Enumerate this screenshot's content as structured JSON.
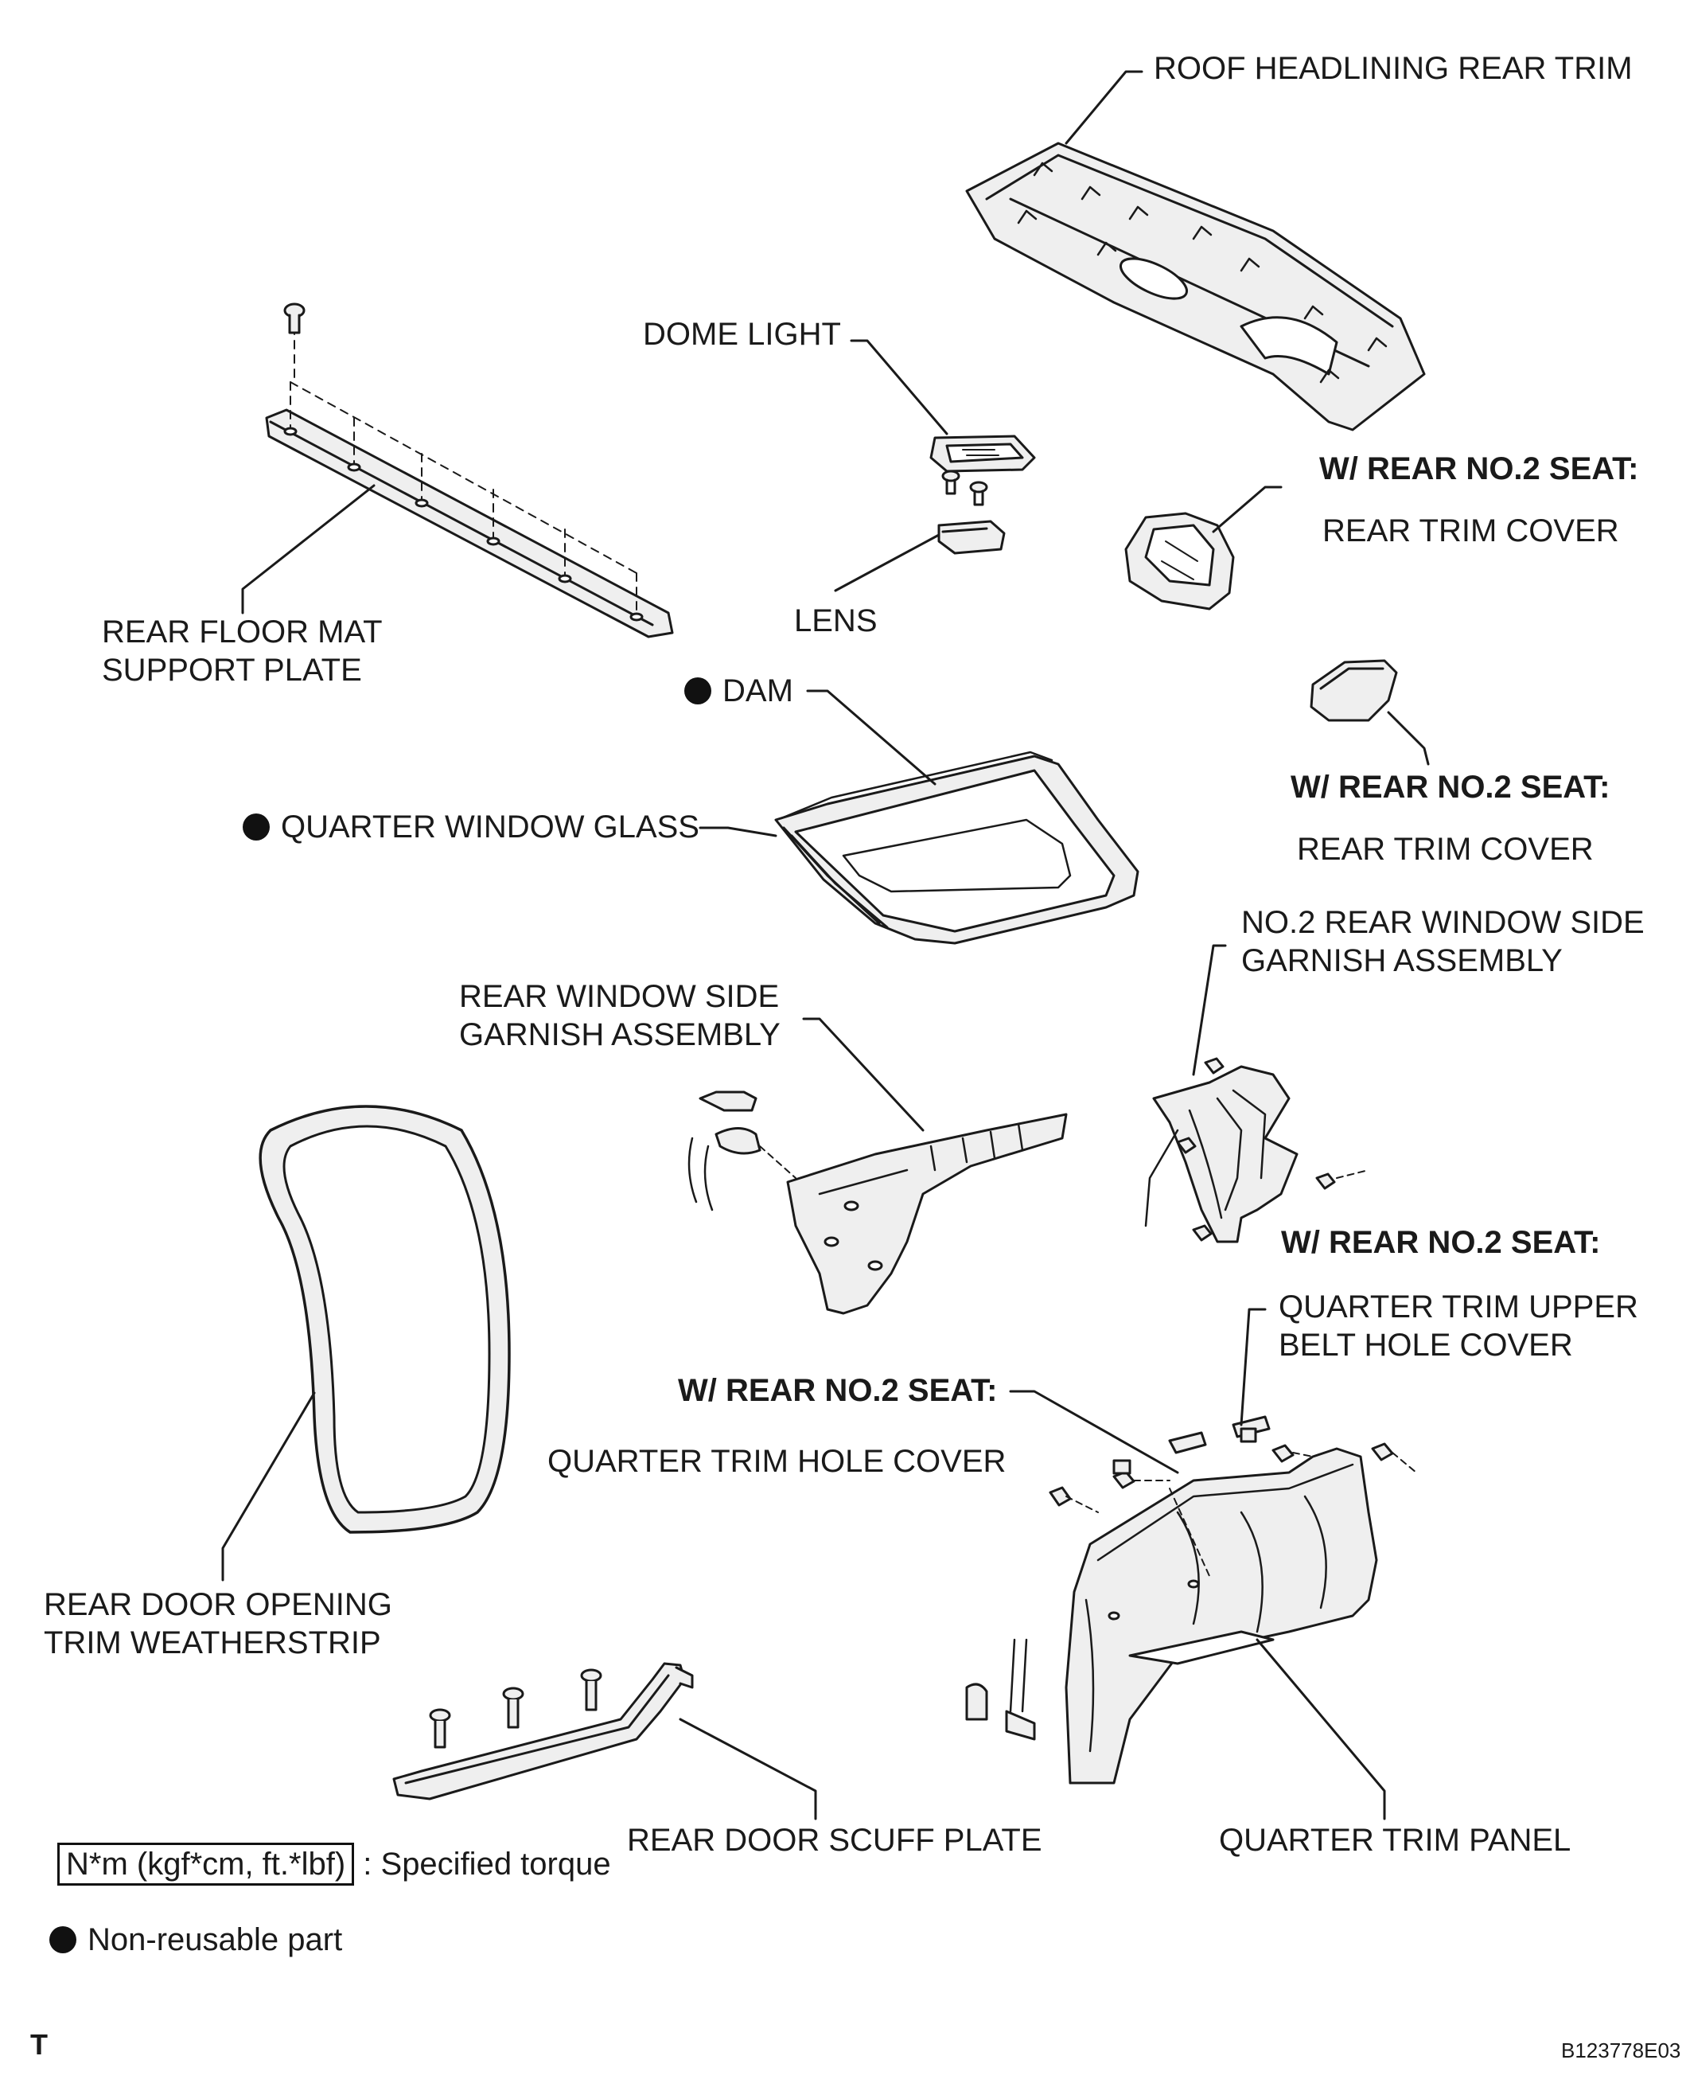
{
  "labels": {
    "roof_headlining": "ROOF HEADLINING REAR TRIM",
    "dome_light": "DOME LIGHT",
    "lens": "LENS",
    "rear_floor_mat_1": "REAR FLOOR MAT",
    "rear_floor_mat_2": "SUPPORT PLATE",
    "w_rear_seat": "W/ REAR NO.2 SEAT:",
    "rear_trim_cover": "REAR TRIM COVER",
    "dam": "DAM",
    "quarter_window_glass": "QUARTER WINDOW GLASS",
    "no2_garnish_1": "NO.2 REAR WINDOW SIDE",
    "no2_garnish_2": "GARNISH ASSEMBLY",
    "garnish_1": "REAR WINDOW SIDE",
    "garnish_2": "GARNISH ASSEMBLY",
    "belt_cover_1": "QUARTER TRIM UPPER",
    "belt_cover_2": "BELT HOLE COVER",
    "hole_cover": "QUARTER TRIM HOLE COVER",
    "weatherstrip_1": "REAR DOOR OPENING",
    "weatherstrip_2": "TRIM WEATHERSTRIP",
    "scuff_plate": "REAR DOOR SCUFF PLATE",
    "quarter_trim_panel": "QUARTER TRIM PANEL"
  },
  "legend": {
    "torque_box": "N*m (kgf*cm, ft.*lbf)",
    "torque_text": ": Specified torque",
    "nonreusable": "Non-reusable part"
  },
  "corner": {
    "left_mark": "T",
    "code": "B123778E03"
  },
  "colors": {
    "ink": "#1a1a1a",
    "part_fill": "#efefef"
  }
}
